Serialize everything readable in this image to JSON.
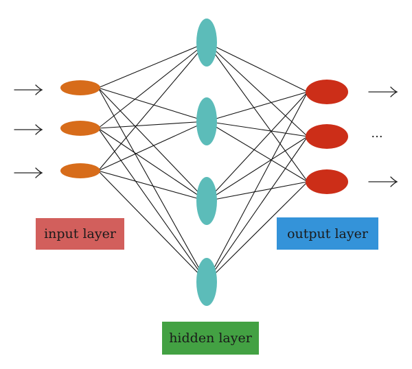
{
  "diagram": {
    "labels": {
      "input": "input layer",
      "hidden": "hidden layer",
      "output": "output layer",
      "ellipsis": "..."
    },
    "layers": {
      "input": {
        "count": 3,
        "color": "#d76c1a"
      },
      "hidden": {
        "count": 4,
        "color": "#5cbcb9"
      },
      "output": {
        "count": 3,
        "color": "#cc2e18"
      }
    },
    "colors": {
      "input_label_bg": "#d25f5c",
      "hidden_label_bg": "#43a143",
      "output_label_bg": "#3493d9",
      "edge": "#111111",
      "arrow": "#222222"
    },
    "arrows": {
      "input_arrows": 3,
      "output_arrows": 2
    }
  }
}
